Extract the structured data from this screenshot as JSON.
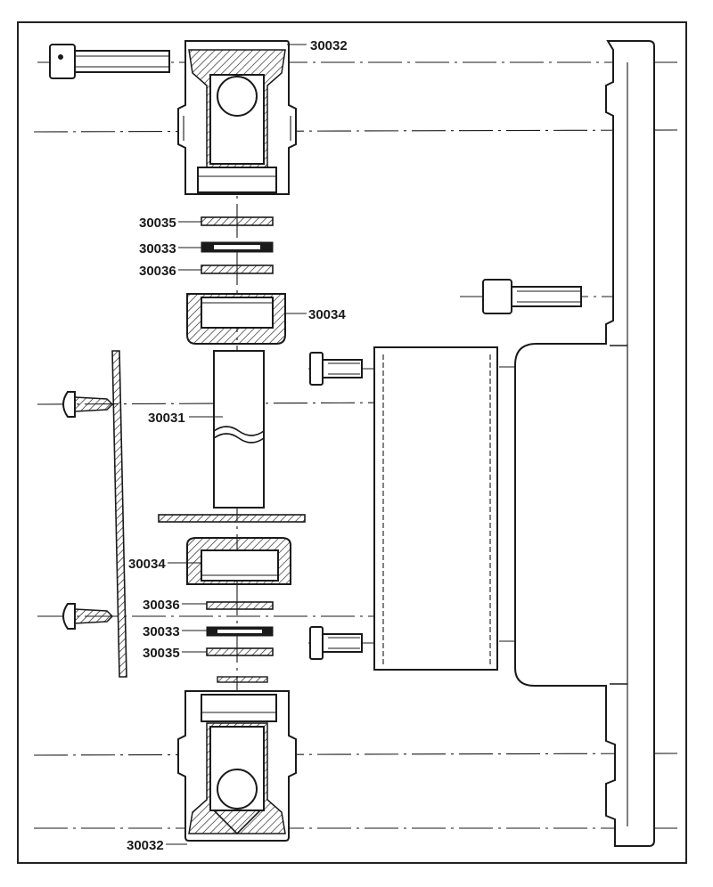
{
  "labels": {
    "top_housing": "30032",
    "bottom_housing": "30032",
    "washer_35_top": "30035",
    "seal_33_top": "30033",
    "washer_36_top": "30036",
    "bearing_34_top": "30034",
    "shaft": "30031",
    "bearing_34_bottom": "30034",
    "washer_36_bottom": "30036",
    "seal_33_bottom": "30033",
    "washer_35_bottom": "30035"
  },
  "colors": {
    "ink": "#1a1a1a",
    "paper": "#ffffff"
  }
}
